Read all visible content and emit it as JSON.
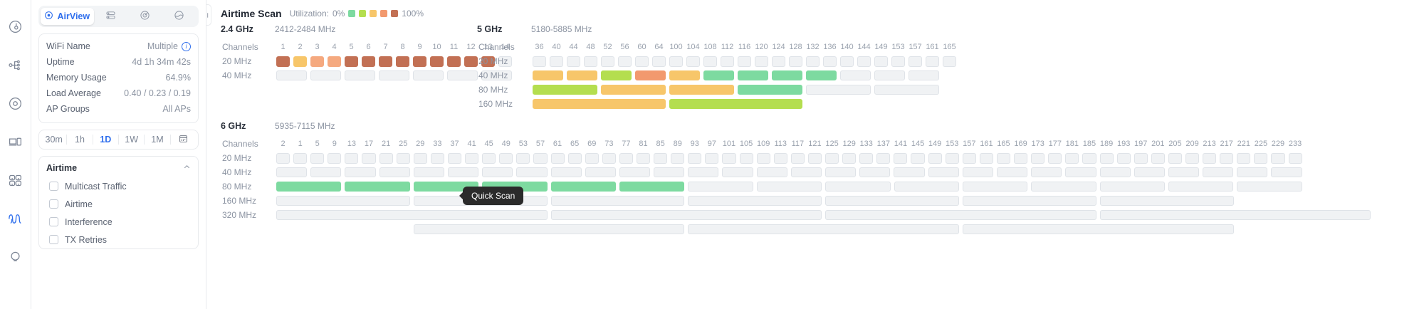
{
  "rail": {
    "items": [
      {
        "name": "dashboard-icon",
        "active": false
      },
      {
        "name": "topology-icon",
        "active": false
      },
      {
        "name": "devices-icon",
        "active": false
      },
      {
        "name": "clients-icon",
        "active": false
      },
      {
        "name": "groups-icon",
        "active": false
      },
      {
        "name": "airview-wave-icon",
        "active": true
      },
      {
        "name": "insights-icon",
        "active": false
      }
    ]
  },
  "sidebar": {
    "tabs": [
      {
        "label": "AirView",
        "icon": "target-icon",
        "active": true
      },
      {
        "label": "",
        "icon": "stack-icon",
        "active": false
      },
      {
        "label": "",
        "icon": "radar-icon",
        "active": false
      },
      {
        "label": "",
        "icon": "signal-icon",
        "active": false
      }
    ],
    "info": [
      {
        "label": "WiFi Name",
        "value": "Multiple",
        "badge": "i"
      },
      {
        "label": "Uptime",
        "value": "4d 1h 34m 42s",
        "badge": ""
      },
      {
        "label": "Memory Usage",
        "value": "64.9%",
        "badge": ""
      },
      {
        "label": "Load Average",
        "value": "0.40 / 0.23 / 0.19",
        "badge": ""
      },
      {
        "label": "AP Groups",
        "value": "All APs",
        "badge": ""
      }
    ],
    "ranges": [
      "30m",
      "1h",
      "1D",
      "1W",
      "1M"
    ],
    "range_active": "1D",
    "calendar_icon": "calendar-icon",
    "airtime": {
      "title": "Airtime",
      "collapse_icon": "chevron-up-icon",
      "options": [
        "Multicast Traffic",
        "Airtime",
        "Interference",
        "TX Retries"
      ]
    }
  },
  "main": {
    "collapse_icon": "collapse-left-icon",
    "title": "Airtime Scan",
    "utilization": {
      "label": "Utilization:",
      "min": "0%",
      "max": "100%",
      "colors": [
        "#7ddaa0",
        "#b4de4f",
        "#f7c66a",
        "#f2996e",
        "#c27054"
      ]
    },
    "tooltip": "Quick Scan",
    "bands": [
      {
        "name": "2.4 GHz",
        "range": "2412-2484 MHz",
        "channels_label": "Channels",
        "channels": [
          "1",
          "2",
          "3",
          "4",
          "5",
          "6",
          "7",
          "8",
          "9",
          "10",
          "11",
          "12",
          "13",
          "14"
        ],
        "rows": [
          {
            "label": "20 MHz",
            "span": 1,
            "cells": [
              "#c27054",
              "#f7c66a",
              "#f5a97f",
              "#f5a97f",
              "#c27054",
              "#c27054",
              "#c27054",
              "#c27054",
              "#c27054",
              "#c27054",
              "#c27054",
              "#c27054",
              "#c27054",
              ""
            ]
          },
          {
            "label": "40 MHz",
            "span": 2,
            "cells": [
              "",
              "",
              "",
              "",
              "",
              "",
              ""
            ]
          }
        ]
      },
      {
        "name": "5 GHz",
        "range": "5180-5885 MHz",
        "channels_label": "Channels",
        "channels": [
          "36",
          "40",
          "44",
          "48",
          "52",
          "56",
          "60",
          "64",
          "100",
          "104",
          "108",
          "112",
          "116",
          "120",
          "124",
          "128",
          "132",
          "136",
          "140",
          "144",
          "149",
          "153",
          "157",
          "161",
          "165"
        ],
        "rows": [
          {
            "label": "20 MHz",
            "span": 1,
            "cells": [
              "",
              "",
              "",
              "",
              "",
              "",
              "",
              "",
              "",
              "",
              "",
              "",
              "",
              "",
              "",
              "",
              "",
              "",
              "",
              "",
              "",
              "",
              "",
              "",
              ""
            ]
          },
          {
            "label": "40 MHz",
            "span": 2,
            "cells": [
              "#f7c66a",
              "#f7c66a",
              "#b4de4f",
              "#f2996e",
              "#f7c66a",
              "#7ddaa0",
              "#7ddaa0",
              "#7ddaa0",
              "#7ddaa0",
              "",
              "",
              ""
            ],
            "selected": 0
          },
          {
            "label": "80 MHz",
            "span": 4,
            "cells": [
              "#b4de4f",
              "#f7c66a",
              "#f7c66a",
              "#7ddaa0",
              "",
              ""
            ]
          },
          {
            "label": "160 MHz",
            "span": 8,
            "cells": [
              "#f7c66a",
              "#b4de4f"
            ]
          }
        ]
      },
      {
        "name": "6 GHz",
        "range": "5935-7115 MHz",
        "channels_label": "Channels",
        "channels": [
          "2",
          "1",
          "5",
          "9",
          "13",
          "17",
          "21",
          "25",
          "29",
          "33",
          "37",
          "41",
          "45",
          "49",
          "53",
          "57",
          "61",
          "65",
          "69",
          "73",
          "77",
          "81",
          "85",
          "89",
          "93",
          "97",
          "101",
          "105",
          "109",
          "113",
          "117",
          "121",
          "125",
          "129",
          "133",
          "137",
          "141",
          "145",
          "149",
          "153",
          "157",
          "161",
          "165",
          "169",
          "173",
          "177",
          "181",
          "185",
          "189",
          "193",
          "197",
          "201",
          "205",
          "209",
          "213",
          "217",
          "221",
          "225",
          "229",
          "233"
        ],
        "rows": [
          {
            "label": "20 MHz",
            "span": 1,
            "count": 60
          },
          {
            "label": "40 MHz",
            "span": 2,
            "count": 30
          },
          {
            "label": "80 MHz",
            "span": 4,
            "count": 15,
            "cells": [
              "#7ddaa0",
              "#7ddaa0",
              "#7ddaa0",
              "#7ddaa0",
              "#7ddaa0",
              "#7ddaa0",
              "",
              "",
              "",
              "",
              "",
              "",
              "",
              "",
              ""
            ],
            "selected": 2
          },
          {
            "label": "160 MHz",
            "span": 8,
            "count": 7
          },
          {
            "label": "320 MHz",
            "span": 16,
            "count": 4,
            "offset": 0
          },
          {
            "label": "",
            "span": 16,
            "count": 3,
            "offset": 8
          }
        ]
      }
    ]
  }
}
